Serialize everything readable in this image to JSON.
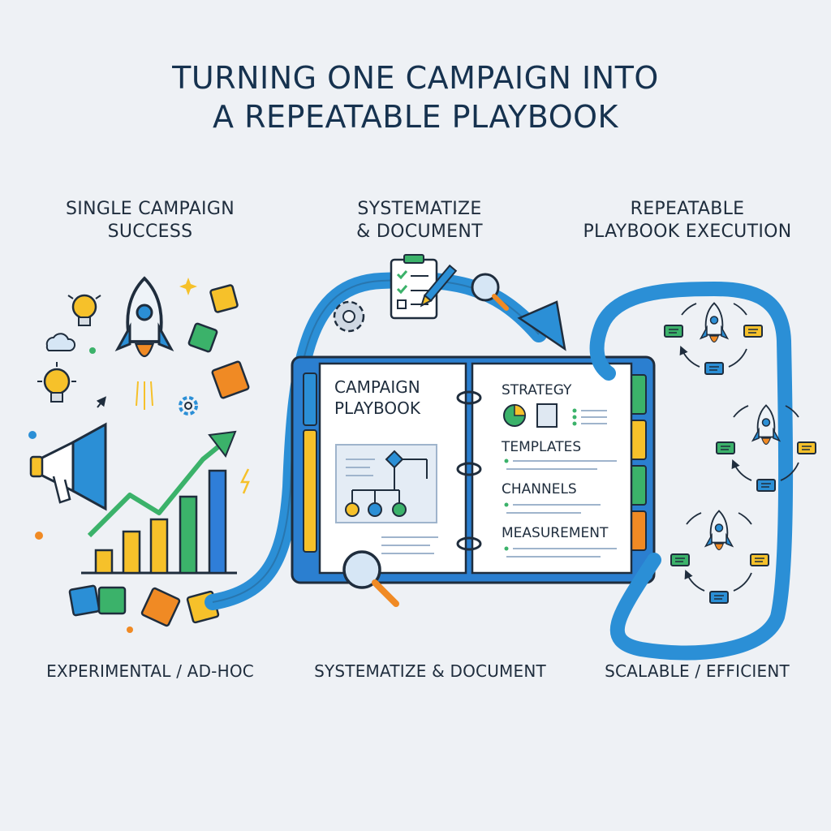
{
  "title": {
    "line1": "TURNING ONE CAMPAIGN INTO",
    "line2": "A REPEATABLE PLAYBOOK"
  },
  "stages": [
    {
      "heading_line1": "SINGLE CAMPAIGN",
      "heading_line2": "SUCCESS",
      "footer": "EXPERIMENTAL / AD-HOC"
    },
    {
      "heading_line1": "SYSTEMATIZE",
      "heading_line2": "& DOCUMENT",
      "footer": "SYSTEMATIZE & DOCUMENT"
    },
    {
      "heading_line1": "REPEATABLE",
      "heading_line2": "PLAYBOOK EXECUTION",
      "footer": "SCALABLE / EFFICIENT"
    }
  ],
  "playbook": {
    "cover_line1": "CAMPAIGN",
    "cover_line2": "PLAYBOOK",
    "sections": [
      "STRATEGY",
      "TEMPLATES",
      "CHANNELS",
      "MEASUREMENT"
    ]
  },
  "icons": [
    "rocket-icon",
    "lightbulb-icon",
    "megaphone-icon",
    "puzzle-piece-icon",
    "gear-icon",
    "cloud-icon",
    "growth-chart-icon",
    "clipboard-checklist-icon",
    "pencil-icon",
    "magnifying-glass-icon",
    "flowchart-icon",
    "pie-chart-icon",
    "document-icon",
    "cycle-arrows-icon"
  ],
  "colors": {
    "primary_blue": "#2b8fd6",
    "dark_outline": "#1f2d3d",
    "green": "#3bb26a",
    "yellow": "#f6c12a",
    "orange": "#f08a24",
    "bar_blue": "#2f7ed8",
    "background": "#eef1f5"
  }
}
